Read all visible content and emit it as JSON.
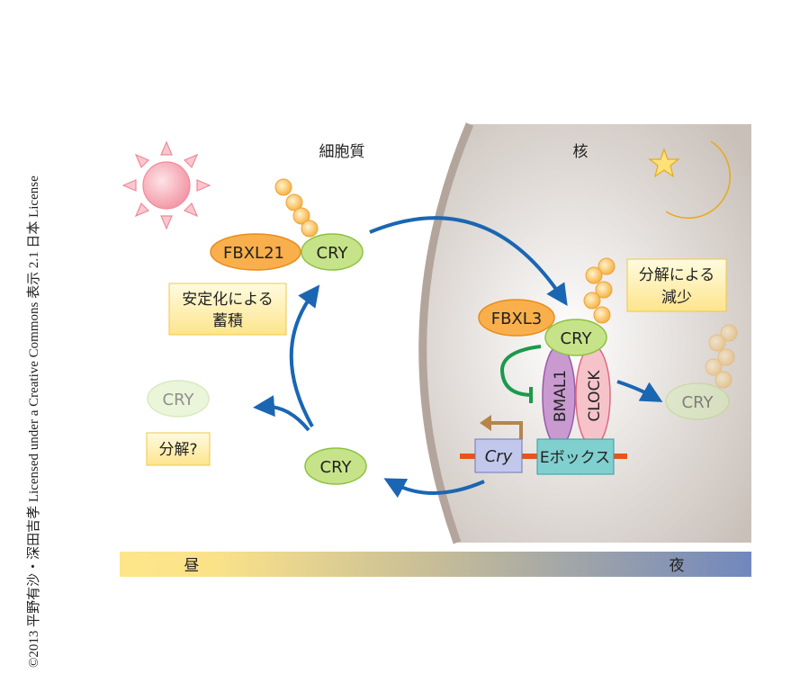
{
  "copyright": "©2013 平野有沙・深田吉孝 Licensed under a Creative Commons 表示 2.1 日本 License",
  "regions": {
    "cytoplasm": "細胞質",
    "nucleus": "核"
  },
  "timebar": {
    "day": "昼",
    "night": "夜"
  },
  "proteins": {
    "fbxl21": "FBXL21",
    "fbxl3": "FBXL3",
    "cry": "CRY",
    "bmal1": "BMAL1",
    "clock": "CLOCK"
  },
  "dna": {
    "gene": "Cry",
    "ebox": "Eボックス"
  },
  "notes": {
    "stabilization_line1": "安定化による",
    "stabilization_line2": "蓄積",
    "degradation_line1": "分解による",
    "degradation_line2": "減少",
    "degradation_question": "分解?"
  },
  "colors": {
    "arrow": "#1a66b3",
    "dna": "#e8541c",
    "inhibit": "#1a9a4a"
  }
}
